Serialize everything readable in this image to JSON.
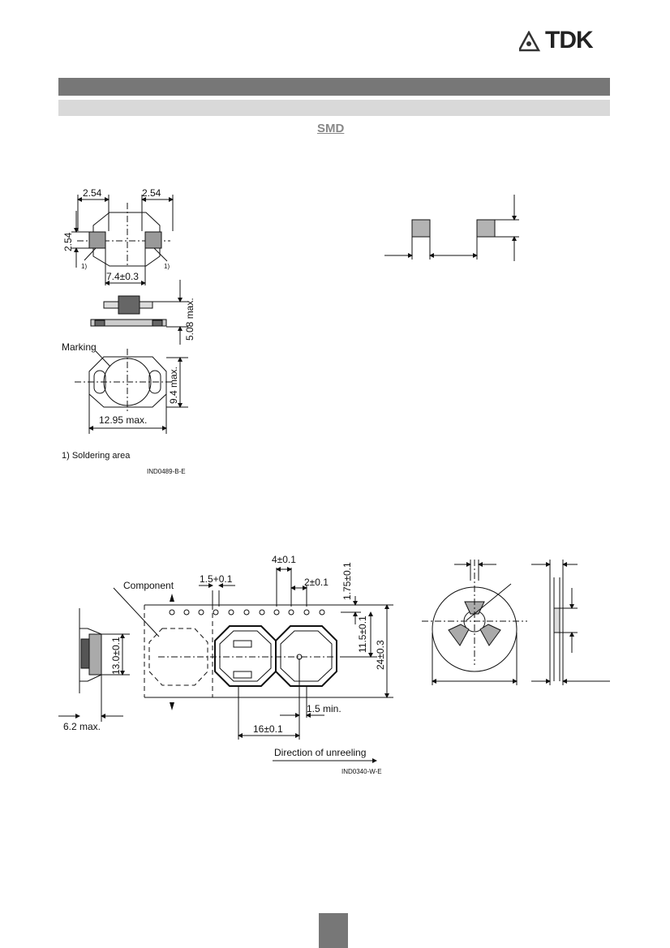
{
  "brand": {
    "name": "TDK",
    "logo_icon": "tdk-logo-icon"
  },
  "header": {
    "subtitle": "SMD"
  },
  "dimension_drawing": {
    "dims": {
      "pad_pitch_left": "2.54",
      "pad_pitch_right": "2.54",
      "pad_height": "2.54",
      "note_marker_left": "1)",
      "note_marker_right": "1)",
      "pad_spacing": "7.4±0.3",
      "height_max": "5.08 max.",
      "marking_label": "Marking",
      "width_max": "9.4 max.",
      "length_max": "12.95 max."
    },
    "footnote": "1) Soldering area",
    "drawing_id": "IND0489-B-E"
  },
  "tape_drawing": {
    "component_label": "Component",
    "pitch_sprocket": "4±0.1",
    "hole_dia": "1.5+0.1",
    "hole_offset": "2±0.1",
    "edge_offset": "1.75±0.1",
    "pocket_offset": "11.5±0.1",
    "tape_width": "24±0.3",
    "pocket_size": "13.0±0.1",
    "depth_max": "6.2 max.",
    "min_gap": "1.5 min.",
    "pitch_component": "16±0.1",
    "direction": "Direction of unreeling",
    "drawing_id": "IND0340-W-E"
  },
  "colors": {
    "bar_dark": "#777777",
    "bar_light": "#d9d9d9",
    "pad_fill": "#b3b3b3"
  }
}
